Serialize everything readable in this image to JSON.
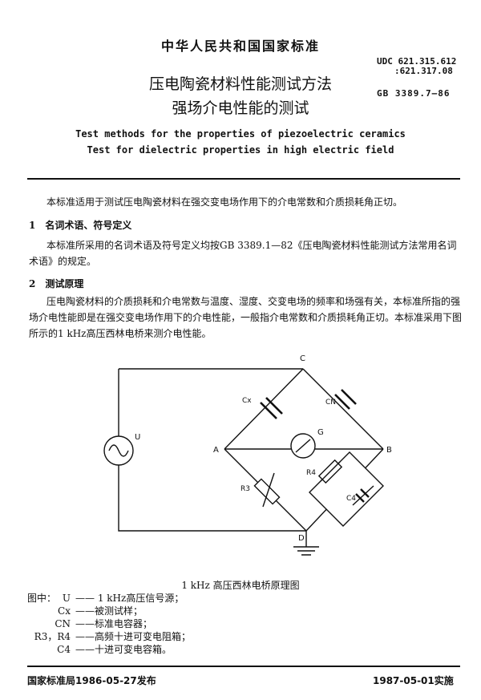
{
  "header": {
    "standard_org": "中华人民共和国国家标准",
    "udc_line1": "UDC 621.315.612",
    "udc_line2": ":621.317.08",
    "gb_number": "GB 3389.7—86"
  },
  "title": {
    "cn_line1": "压电陶瓷材料性能测试方法",
    "cn_line2": "强场介电性能的测试",
    "en_line1": "Test methods for the properties of piezoelectric ceramics",
    "en_line2": "Test for dielectric properties in high electric field"
  },
  "body": {
    "intro": "本标准适用于测试压电陶瓷材料在强交变电场作用下的介电常数和介质损耗角正切。",
    "sec1_num": "1",
    "sec1_title": "名词术语、符号定义",
    "sec1_text": "本标准所采用的名词术语及符号定义均按GB 3389.1—82《压电陶瓷材料性能测试方法常用名词术语》的规定。",
    "sec2_num": "2",
    "sec2_title": "测试原理",
    "sec2_text": "压电陶瓷材料的介质损耗和介电常数与温度、湿度、交变电场的频率和场强有关，本标准所指的强场介电性能即是在强交变电场作用下的介电性能，一般指介电常数和介质损耗角正切。本标准采用下图所示的1 kHz高压西林电桥来测介电性能。"
  },
  "diagram": {
    "node_c": "C",
    "node_a": "A",
    "node_b": "B",
    "node_d": "D",
    "label_u": "U",
    "label_g": "G",
    "label_cx": "Cx",
    "label_cn": "CN",
    "label_r3": "R3",
    "label_r4": "R4",
    "label_c4": "C4",
    "caption": "1 kHz 高压西林电桥原理图"
  },
  "legend": {
    "intro": "图中：",
    "items": [
      {
        "symbol": "U",
        "desc": "—— 1 kHz高压信号源；"
      },
      {
        "symbol": "Cx",
        "desc": "——被测试样；"
      },
      {
        "symbol": "CN",
        "desc": "——标准电容器；"
      },
      {
        "symbol": "R3，R4",
        "desc": "——高频十进可变电阻箱；"
      },
      {
        "symbol": "C4",
        "desc": "——十进可变电容箱。"
      }
    ]
  },
  "footer": {
    "issued": "国家标准局1986-05-27发布",
    "effective": "1987-05-01实施"
  }
}
